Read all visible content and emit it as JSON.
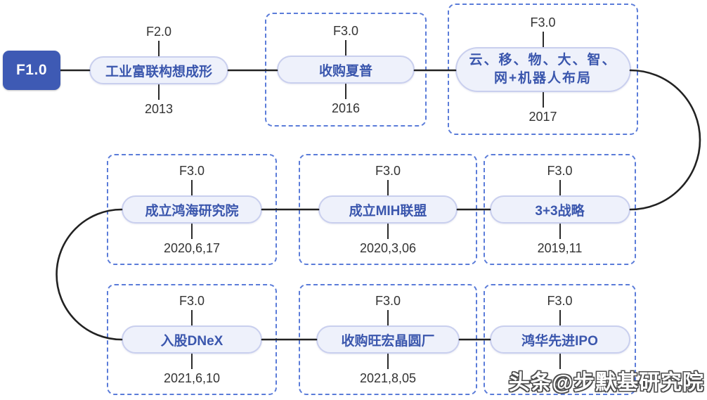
{
  "diagram": {
    "description": "Foxconn strategy evolution timeline (F1.0 to F3.0)",
    "start_node": {
      "label": "F1.0"
    },
    "nodes": [
      {
        "stage": "F2.0",
        "title": "工业富联构想成形",
        "date": "2013",
        "dashed_box": false
      },
      {
        "stage": "F3.0",
        "title": "收购夏普",
        "date": "2016",
        "dashed_box": true
      },
      {
        "stage": "F3.0",
        "title": "云、移、物、大、智、网+机器人布局",
        "date": "2017",
        "dashed_box": true
      },
      {
        "stage": "F3.0",
        "title": "成立鸿海研究院",
        "date": "2020,6,17",
        "dashed_box": true
      },
      {
        "stage": "F3.0",
        "title": "成立MIH联盟",
        "date": "2020,3,06",
        "dashed_box": true
      },
      {
        "stage": "F3.0",
        "title": "3+3战略",
        "date": "2019,11",
        "dashed_box": true
      },
      {
        "stage": "F3.0",
        "title": "入股DNeX",
        "date": "2021,6,10",
        "dashed_box": true
      },
      {
        "stage": "F3.0",
        "title": "收购旺宏晶圆厂",
        "date": "2021,8,05",
        "dashed_box": true
      },
      {
        "stage": "F3.0",
        "title": "鸿华先进IPO",
        "date": "",
        "dashed_box": true
      }
    ],
    "flow_order": [
      "F1.0",
      "工业富联构想成形",
      "收购夏普",
      "云、移、物、大、智、网+机器人布局",
      "3+3战略",
      "成立MIH联盟",
      "成立鸿海研究院",
      "入股DNeX",
      "收购旺宏晶圆厂",
      "鸿华先进IPO"
    ]
  },
  "watermark": {
    "text": "头条@步默基研究院"
  },
  "colors": {
    "start_box_bg": "#3e5ab4",
    "start_box_text": "#ffffff",
    "pill_bg": "#eef1fb",
    "pill_border": "#c9cfee",
    "pill_text": "#3a56ad",
    "dashed_border": "#5b7cd9",
    "connector_line": "#222222",
    "label_text": "#333333",
    "background": "#ffffff"
  }
}
